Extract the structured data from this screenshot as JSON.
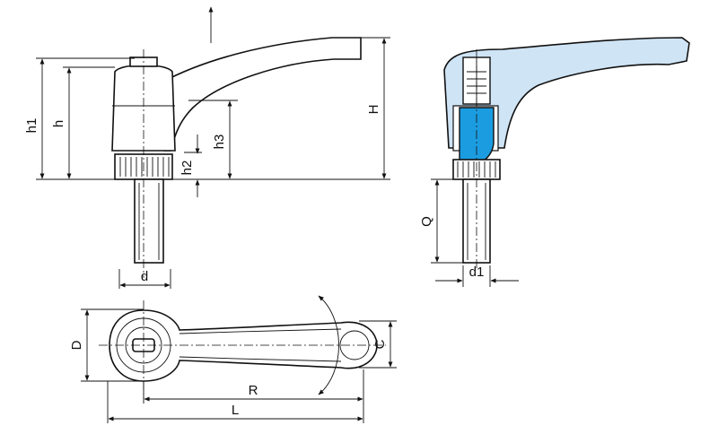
{
  "title": "Adjustable clamping lever technical drawing",
  "colors": {
    "light_blue": "#cfe4f5",
    "blue": "#1c9ce0",
    "line": "#111111"
  },
  "labels": {
    "h1": "h1",
    "h": "h",
    "h3": "h3",
    "h2": "h2",
    "H": "H",
    "d": "d",
    "Q": "Q",
    "d1": "d1",
    "D": "D",
    "C": "C",
    "R": "R",
    "L": "L"
  }
}
